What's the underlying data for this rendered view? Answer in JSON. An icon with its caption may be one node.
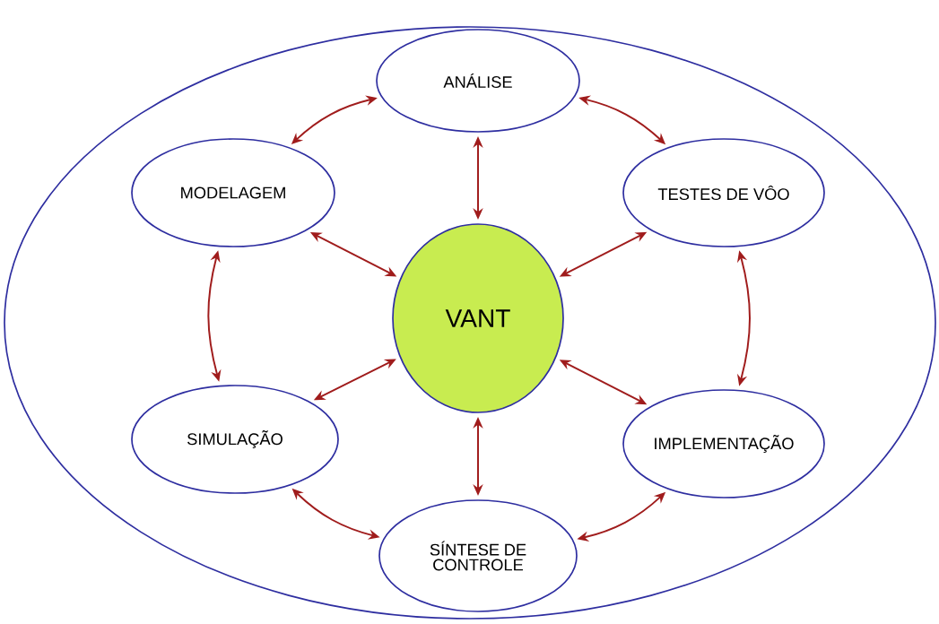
{
  "diagram": {
    "nodes": [
      {
        "text": [],
        "shape": "ellipse"
      },
      {
        "text": [
          "ANÁLISE"
        ],
        "in": 0
      },
      {
        "text": [
          "MODELAGEM"
        ],
        "in": 0
      },
      {
        "text": [
          "TESTES DE VÔO"
        ],
        "in": 0
      },
      {
        "text": [
          "VANT"
        ],
        "in": 0
      },
      {
        "text": [
          "SIMULAÇÃO"
        ],
        "in": 0
      },
      {
        "text": [
          "IMPLEMENTAÇÃO"
        ],
        "in": 0
      },
      {
        "text": [
          "SÍNTESE DE CONTROLE"
        ],
        "in": 0
      }
    ],
    "edges": [
      {
        "from": 1,
        "to": 4,
        "arrow": "both"
      },
      {
        "from": 3,
        "to": 4,
        "arrow": "both"
      },
      {
        "from": 6,
        "to": 4,
        "arrow": "both"
      },
      {
        "from": 7,
        "to": 4,
        "arrow": "both"
      },
      {
        "from": 5,
        "to": 4,
        "arrow": "both"
      },
      {
        "from": 2,
        "to": 4,
        "arrow": "both"
      },
      {
        "from": 1,
        "to": 3,
        "arrow": "both"
      },
      {
        "from": 3,
        "to": 6,
        "arrow": "both"
      },
      {
        "from": 6,
        "to": 7,
        "arrow": "both"
      },
      {
        "from": 7,
        "to": 5,
        "arrow": "both"
      },
      {
        "from": 5,
        "to": 2,
        "arrow": "both"
      },
      {
        "from": 2,
        "to": 1,
        "arrow": "both"
      }
    ]
  }
}
